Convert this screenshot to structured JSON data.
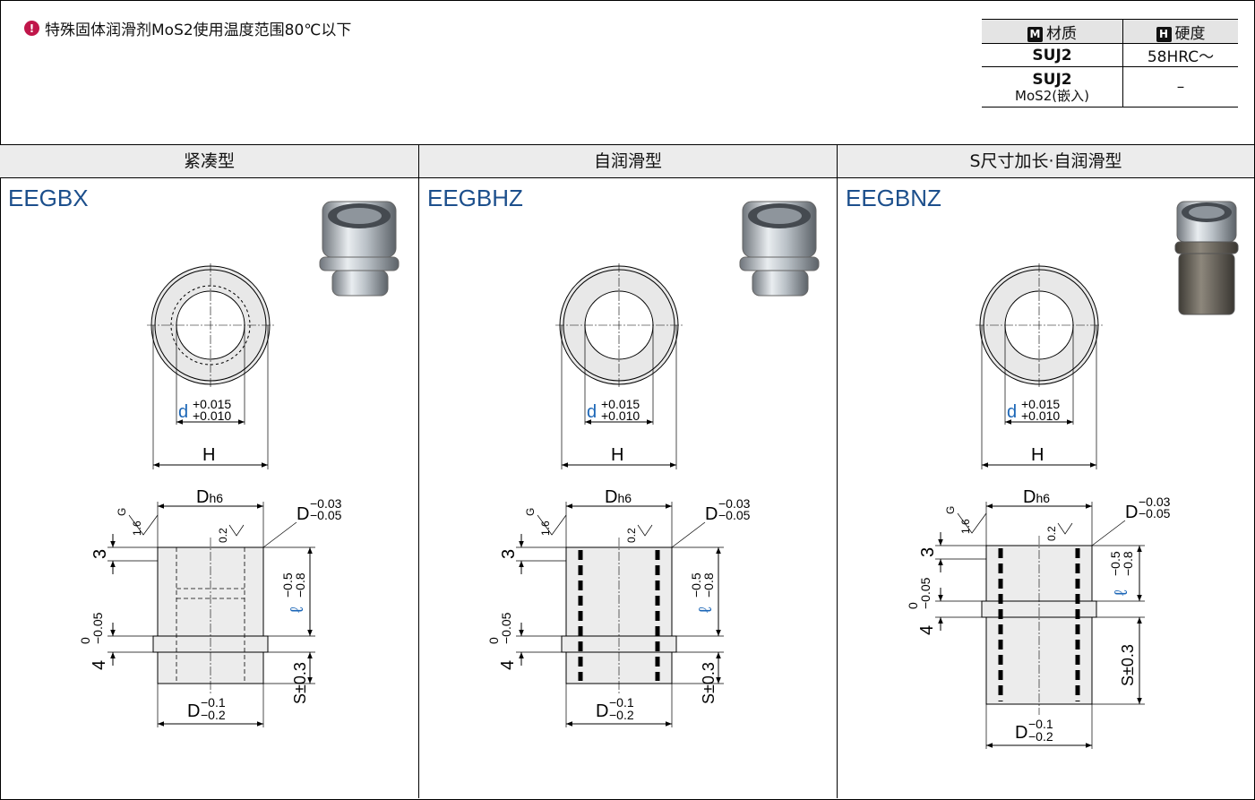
{
  "note": {
    "icon": "exclamation-icon",
    "text": "特殊固体润滑剂MoS2使用温度范围80℃以下"
  },
  "spec_table": {
    "material_tag": "M",
    "material_header": "材质",
    "hardness_tag": "H",
    "hardness_header": "硬度",
    "rows": [
      {
        "material": "SUJ2",
        "material_sub": "",
        "hardness": "58HRC～"
      },
      {
        "material": "SUJ2",
        "material_sub": "MoS2(嵌入)",
        "hardness": "–"
      }
    ]
  },
  "columns": [
    {
      "header": "紧凑型",
      "model": "EEGBX"
    },
    {
      "header": "自润滑型",
      "model": "EEGBHZ"
    },
    {
      "header": "S尺寸加长·自润滑型",
      "model": "EEGBNZ"
    }
  ],
  "dims": {
    "d_sym": "d",
    "d_tol_upper": "+0.015",
    "d_tol_lower": "+0.010",
    "H": "H",
    "Dh6_main": "D",
    "Dh6_sub": "h6",
    "D_top_main": "D",
    "D_top_upper": "−0.03",
    "D_top_lower": "−0.05",
    "D_bot_main": "D",
    "D_bot_upper": "−0.1",
    "D_bot_lower": "−0.2",
    "G": "G",
    "rough1": "1.6",
    "rough2": "0.2",
    "three": "3",
    "flange": "4",
    "flange_upper": "0",
    "flange_lower": "−0.05",
    "l_sym": "ℓ",
    "l_upper": "−0.5",
    "l_lower": "−0.8",
    "S": "S±0.3"
  },
  "colors": {
    "model": "#1c4f8c",
    "dim_blue": "#1b66b7",
    "header_bg": "#ececec",
    "part_fill": "#ececec"
  }
}
